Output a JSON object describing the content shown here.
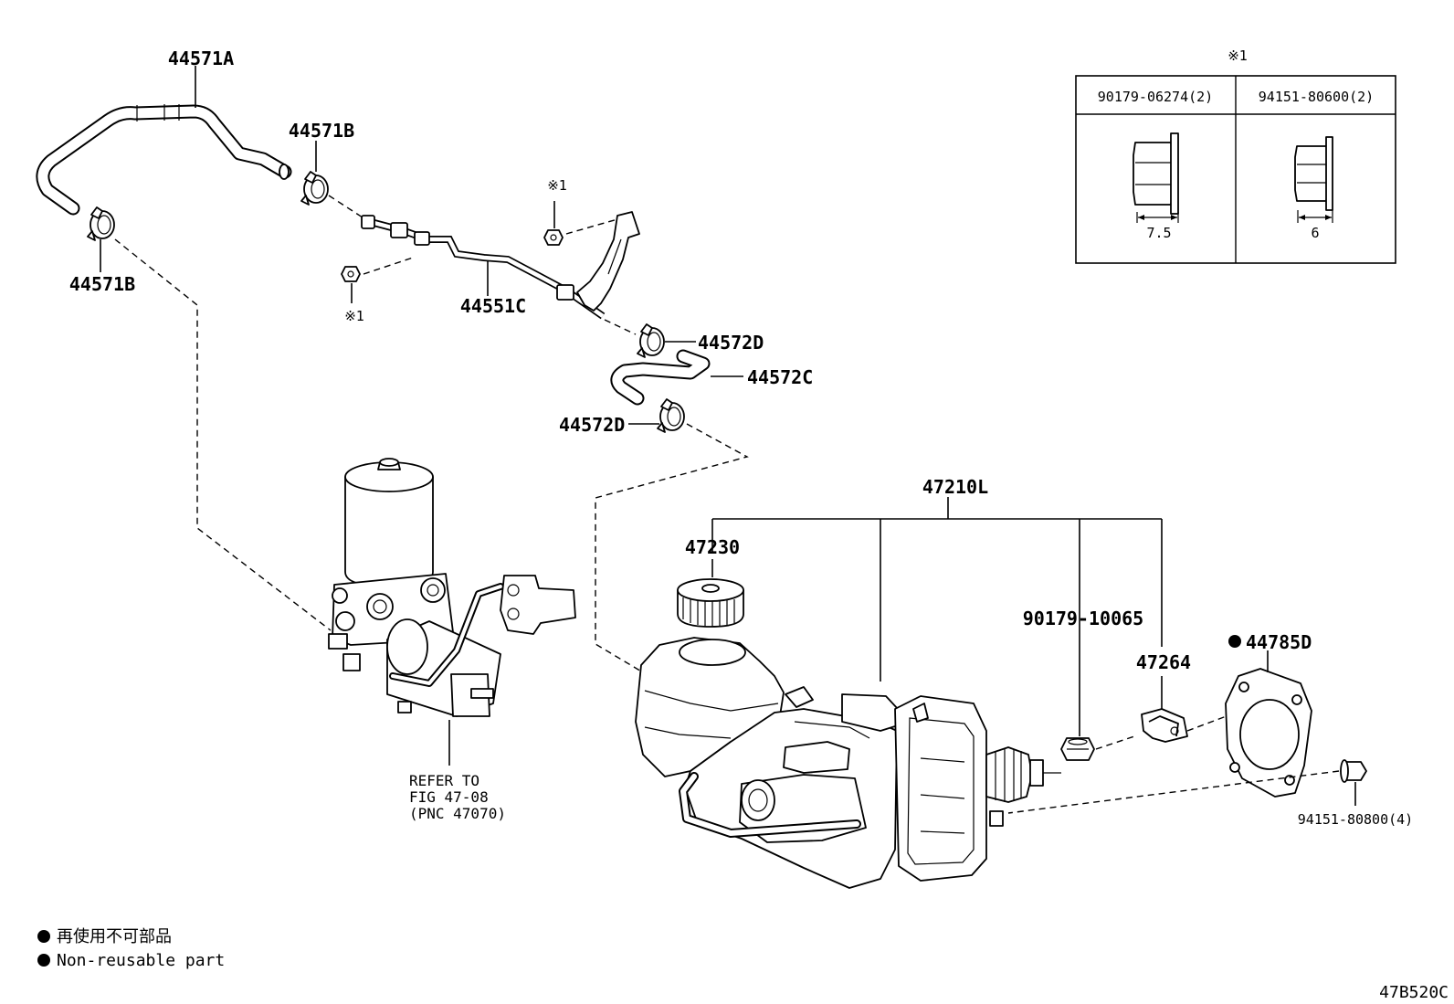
{
  "callouts": {
    "hose_44571a": "44571A",
    "clamp_44571b_top": "44571B",
    "clamp_44571b_left": "44571B",
    "pipe_44551c": "44551C",
    "mark_x1_a": "※1",
    "mark_x1_b": "※1",
    "clamp_44572d_top": "44572D",
    "hose_44572c": "44572C",
    "clamp_44572d_bottom": "44572D",
    "assy_47210l": "47210L",
    "cap_47230": "47230",
    "nut_90179_10065": "90179-10065",
    "bracket_47264": "47264",
    "gasket_44785d": "44785D",
    "bolt_94151_80800": "94151-80800(4)"
  },
  "refer_note": {
    "line1": "REFER TO",
    "line2": "FIG 47-08",
    "line3": "(PNC 47070)"
  },
  "fastener_table": {
    "mark": "※1",
    "columns": [
      {
        "part_no": "90179-06274(2)",
        "dimension": "7.5"
      },
      {
        "part_no": "94151-80600(2)",
        "dimension": "6"
      }
    ]
  },
  "legend": {
    "line1": "再使用不可部品",
    "line2": "Non-reusable part"
  },
  "figure_code": "47B520C"
}
